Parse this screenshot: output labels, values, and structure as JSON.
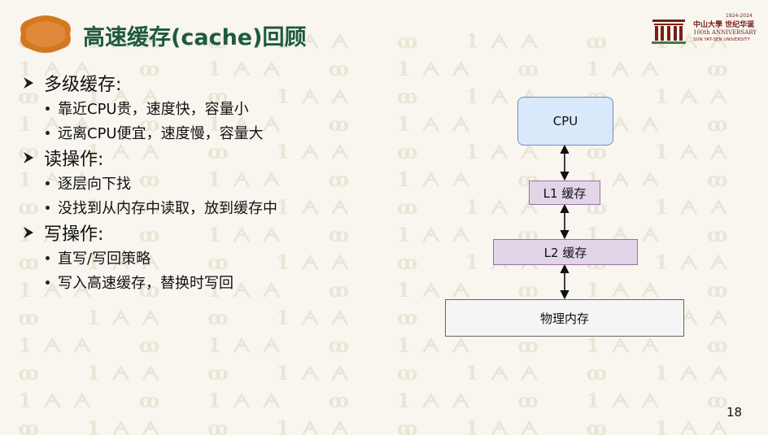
{
  "slide": {
    "title": "高速缓存(cache)回顾",
    "logo": {
      "cn_name": "中山大學 世纪华诞",
      "years": "1924-2024",
      "anniversary": "100th ANNIVERSARY",
      "en_name": "SUN YAT-SEN UNIVERSITY"
    },
    "sections": [
      {
        "heading": "多级缓存:",
        "items": [
          "靠近CPU贵，速度快，容量小",
          "远离CPU便宜，速度慢，容量大"
        ]
      },
      {
        "heading": "读操作:",
        "items": [
          "逐层向下找",
          "没找到从内存中读取，放到缓存中"
        ]
      },
      {
        "heading": "写操作:",
        "items": [
          "直写/写回策略",
          "写入高速缓存，替换时写回"
        ]
      }
    ],
    "diagram": {
      "cpu": "CPU",
      "l1": "L1 缓存",
      "l2": "L2 缓存",
      "memory": "物理内存"
    },
    "page_number": "18",
    "colors": {
      "title": "#1e5a3d",
      "badge": "#d4781f",
      "cpu_fill": "#dae8fc",
      "cache_fill": "#e1d5e7",
      "memory_fill": "#f5f5f5"
    }
  }
}
